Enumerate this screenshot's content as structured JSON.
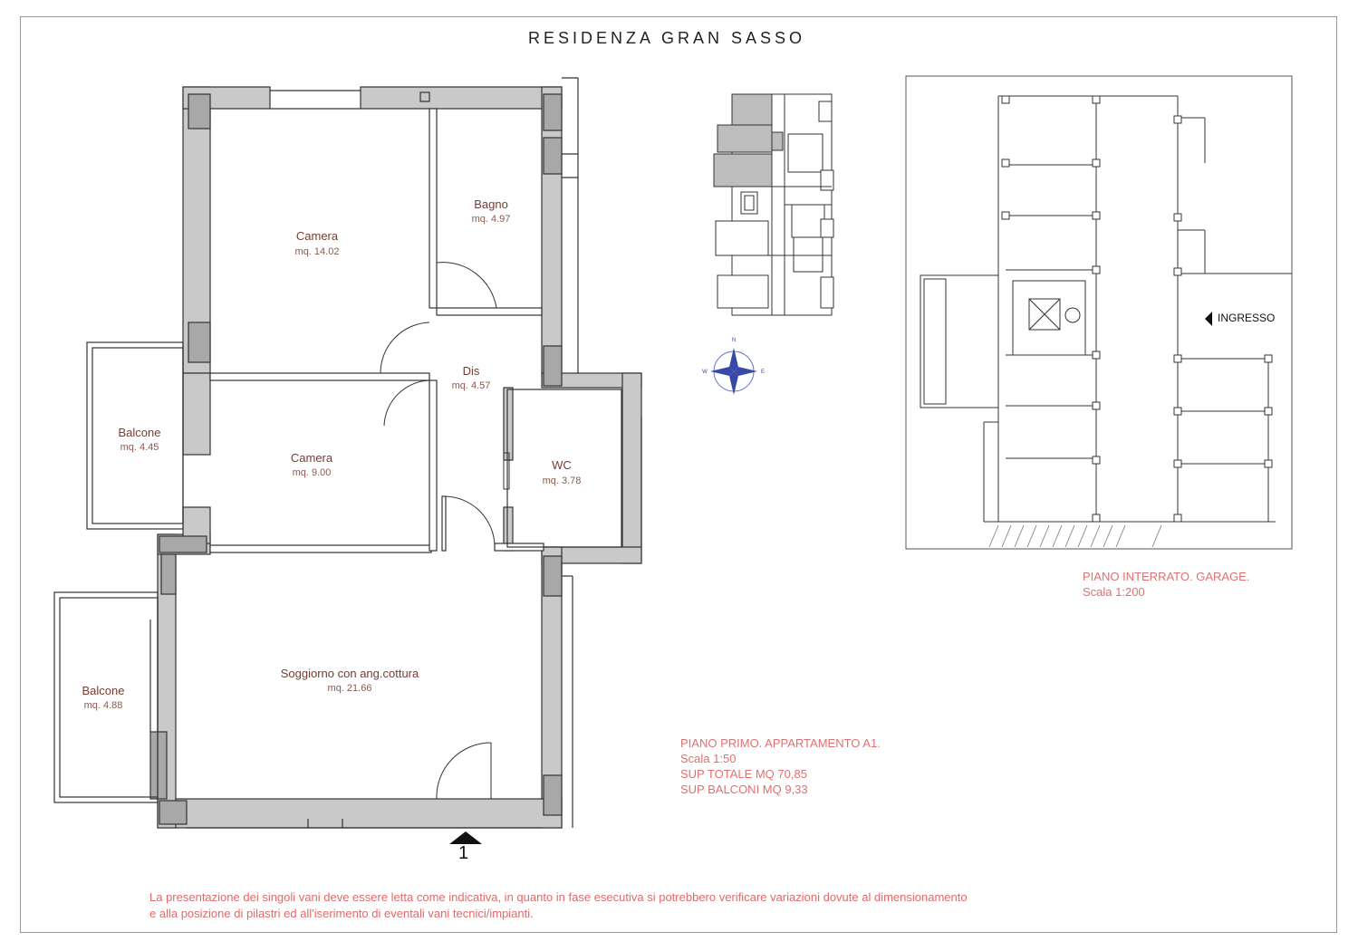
{
  "title": "RESIDENZA GRAN SASSO",
  "rooms": [
    {
      "name": "Camera",
      "area": "mq. 14.02"
    },
    {
      "name": "Bagno",
      "area": "mq. 4.97"
    },
    {
      "name": "Dis",
      "area": "mq. 4.57"
    },
    {
      "name": "Camera",
      "area": "mq. 9.00"
    },
    {
      "name": "WC",
      "area": "mq. 3.78"
    },
    {
      "name": "Balcone",
      "area": "mq. 4.45"
    },
    {
      "name": "Soggiorno con ang.cottura",
      "area": "mq. 21.66"
    },
    {
      "name": "Balcone",
      "area": "mq. 4.88"
    }
  ],
  "section_marker": "1",
  "apartment_note": {
    "line1": "PIANO PRIMO. APPARTAMENTO A1.",
    "line2": "Scala 1:50",
    "line3": "SUP TOTALE MQ 70,85",
    "line4": "SUP BALCONI MQ 9,33"
  },
  "garage_note": {
    "line1": "PIANO INTERRATO. GARAGE.",
    "line2": "Scala 1:200"
  },
  "garage_entrance": "INGRESSO",
  "compass": {
    "n": "N",
    "e": "E",
    "w": "W"
  },
  "disclaimer": {
    "line1": "La presentazione dei singoli vani deve essere letta come indicativa, in quanto in fase esecutiva si potrebbero verificare variazioni dovute al dimensionamento",
    "line2": "e alla posizione di pilastri ed all'iserimento di eventali vani tecnici/impianti."
  },
  "colors": {
    "wall": "#c9c9c9",
    "wall_stroke": "#333333",
    "note": "#e07070",
    "room_label": "#7a3b2e"
  }
}
